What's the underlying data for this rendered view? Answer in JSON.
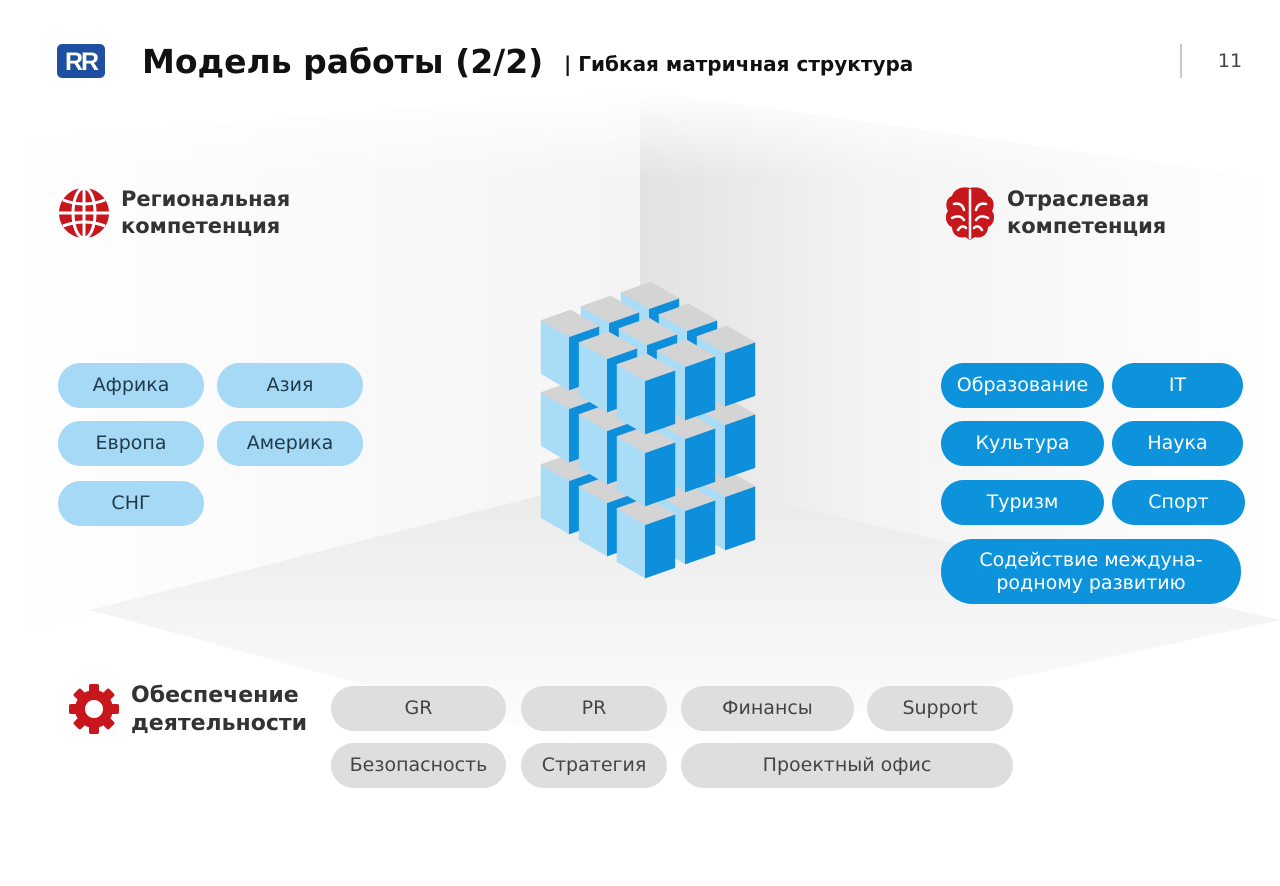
{
  "header": {
    "title": "Модель работы (2/2)",
    "subtitle": "| Гибкая матричная структура",
    "page_number": "11",
    "logo_text": "RR"
  },
  "regional": {
    "title_line1": "Региональная",
    "title_line2": "компетенция",
    "icon": "globe-icon",
    "items": [
      "Африка",
      "Азия",
      "Европа",
      "Америка",
      "СНГ"
    ]
  },
  "industry": {
    "title_line1": "Отраслевая",
    "title_line2": "компетенция",
    "icon": "brain-icon",
    "items": [
      "Образование",
      "IT",
      "Культура",
      "Наука",
      "Туризм",
      "Спорт",
      "Содействие междуна-родному развитию"
    ]
  },
  "support": {
    "title_line1": "Обеспечение",
    "title_line2": "деятельности",
    "icon": "gear-icon",
    "items": [
      "GR",
      "PR",
      "Финансы",
      "Support",
      "Безопасность",
      "Стратегия",
      "Проектный офис"
    ]
  },
  "colors": {
    "accent_red": "#c8161d",
    "logo_blue": "#1f4fa0",
    "light_blue": "#a5d9f5",
    "dark_blue": "#0d93dc",
    "gray": "#dedede",
    "cube_top": "#d4d4d4",
    "cube_left": "#a8dcf7",
    "cube_right": "#0d8fdb"
  }
}
